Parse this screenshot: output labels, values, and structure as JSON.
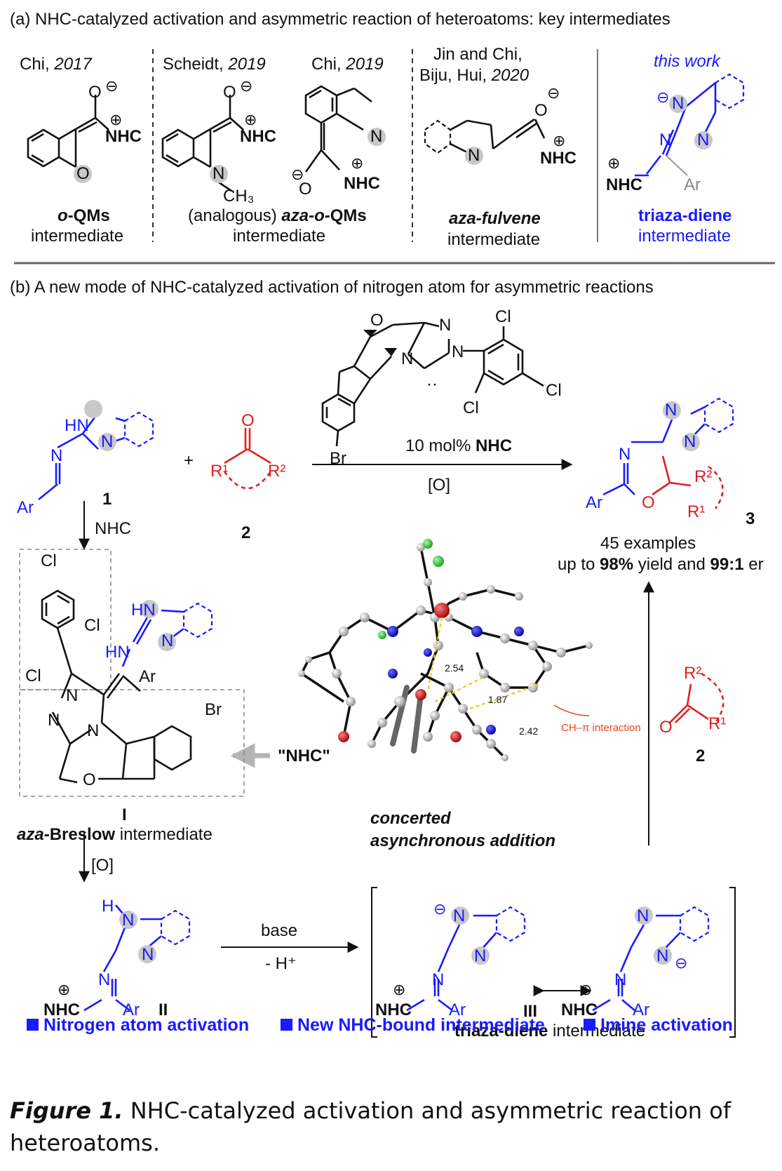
{
  "panel_a": {
    "heading": "(a) NHC-catalyzed activation and asymmetric reaction of  heteroatoms: key intermediates",
    "items": [
      {
        "author": "Chi,",
        "year": "2017",
        "label_1": "o-QMs",
        "label_2": "intermediate"
      },
      {
        "author": "Scheidt,",
        "year": "2019"
      },
      {
        "author": "Chi,",
        "year": "2019",
        "label_1a": "(analogous)",
        "label_1b": "aza-o-QMs",
        "label_2": "intermediate"
      },
      {
        "author_line1": "Jin and Chi,",
        "author_line2": "Biju, Hui,",
        "year": "2020",
        "label_1": "aza-fulvene",
        "label_2": "intermediate"
      },
      {
        "header": "this work",
        "label_1": "triaza-diene",
        "label_2": "intermediate"
      }
    ],
    "atoms": {
      "O": "O",
      "N": "N",
      "NHC": "NHC",
      "CH3": "CH₃",
      "Ar": "Ar",
      "minus": "⊖",
      "plus": "⊕"
    }
  },
  "panel_b": {
    "heading": "(b) A new mode of NHC-catalyzed activation of nitrogen atom for asymmetric reactions",
    "catalyst_label": "10 mol% NHC",
    "catalyst_atoms": {
      "Cl": "Cl",
      "Br": "Br",
      "O": "O",
      "N": "N"
    },
    "oxidant": "[O]",
    "plus": "+",
    "compound_1": "1",
    "compound_2": "2",
    "compound_3": "3",
    "r_groups": {
      "R1": "R¹",
      "R2": "R²"
    },
    "nhc_arrow_label": "NHC",
    "nhc_quoted": "\"NHC\"",
    "hn": "HN",
    "result_line1": "45 examples",
    "result_line2_pre": "up to ",
    "result_yield": "98%",
    "result_mid": " yield and ",
    "result_er": "99:1",
    "result_post": " er",
    "intermediate_I_num": "I",
    "intermediate_I_name_bold": "aza-Breslow",
    "intermediate_I_name_rest": " intermediate",
    "oxidation_label": "[O]",
    "intermediate_II_num": "II",
    "base_label": "base",
    "proton_label": "- H⁺",
    "intermediate_III_num": "III",
    "intermediate_III_bold": "triaza-diene",
    "intermediate_III_rest": " intermediate",
    "ts_line1": "concerted",
    "ts_line2": "asynchronous addition",
    "ts_distances": [
      "2.54",
      "1.87",
      "2.42"
    ],
    "ts_interaction": "CH–π interaction"
  },
  "legend": [
    "Nitrogen atom activation",
    "New NHC-bound intermediate",
    "Imine activation"
  ],
  "caption": {
    "label": "Figure 1.",
    "text": " NHC-catalyzed activation and asymmetric reaction of heteroatoms."
  },
  "colors": {
    "blue": "#1a1aff",
    "red": "#e02020",
    "gray_sphere": "#c8c8c8",
    "divider": "#555555"
  }
}
